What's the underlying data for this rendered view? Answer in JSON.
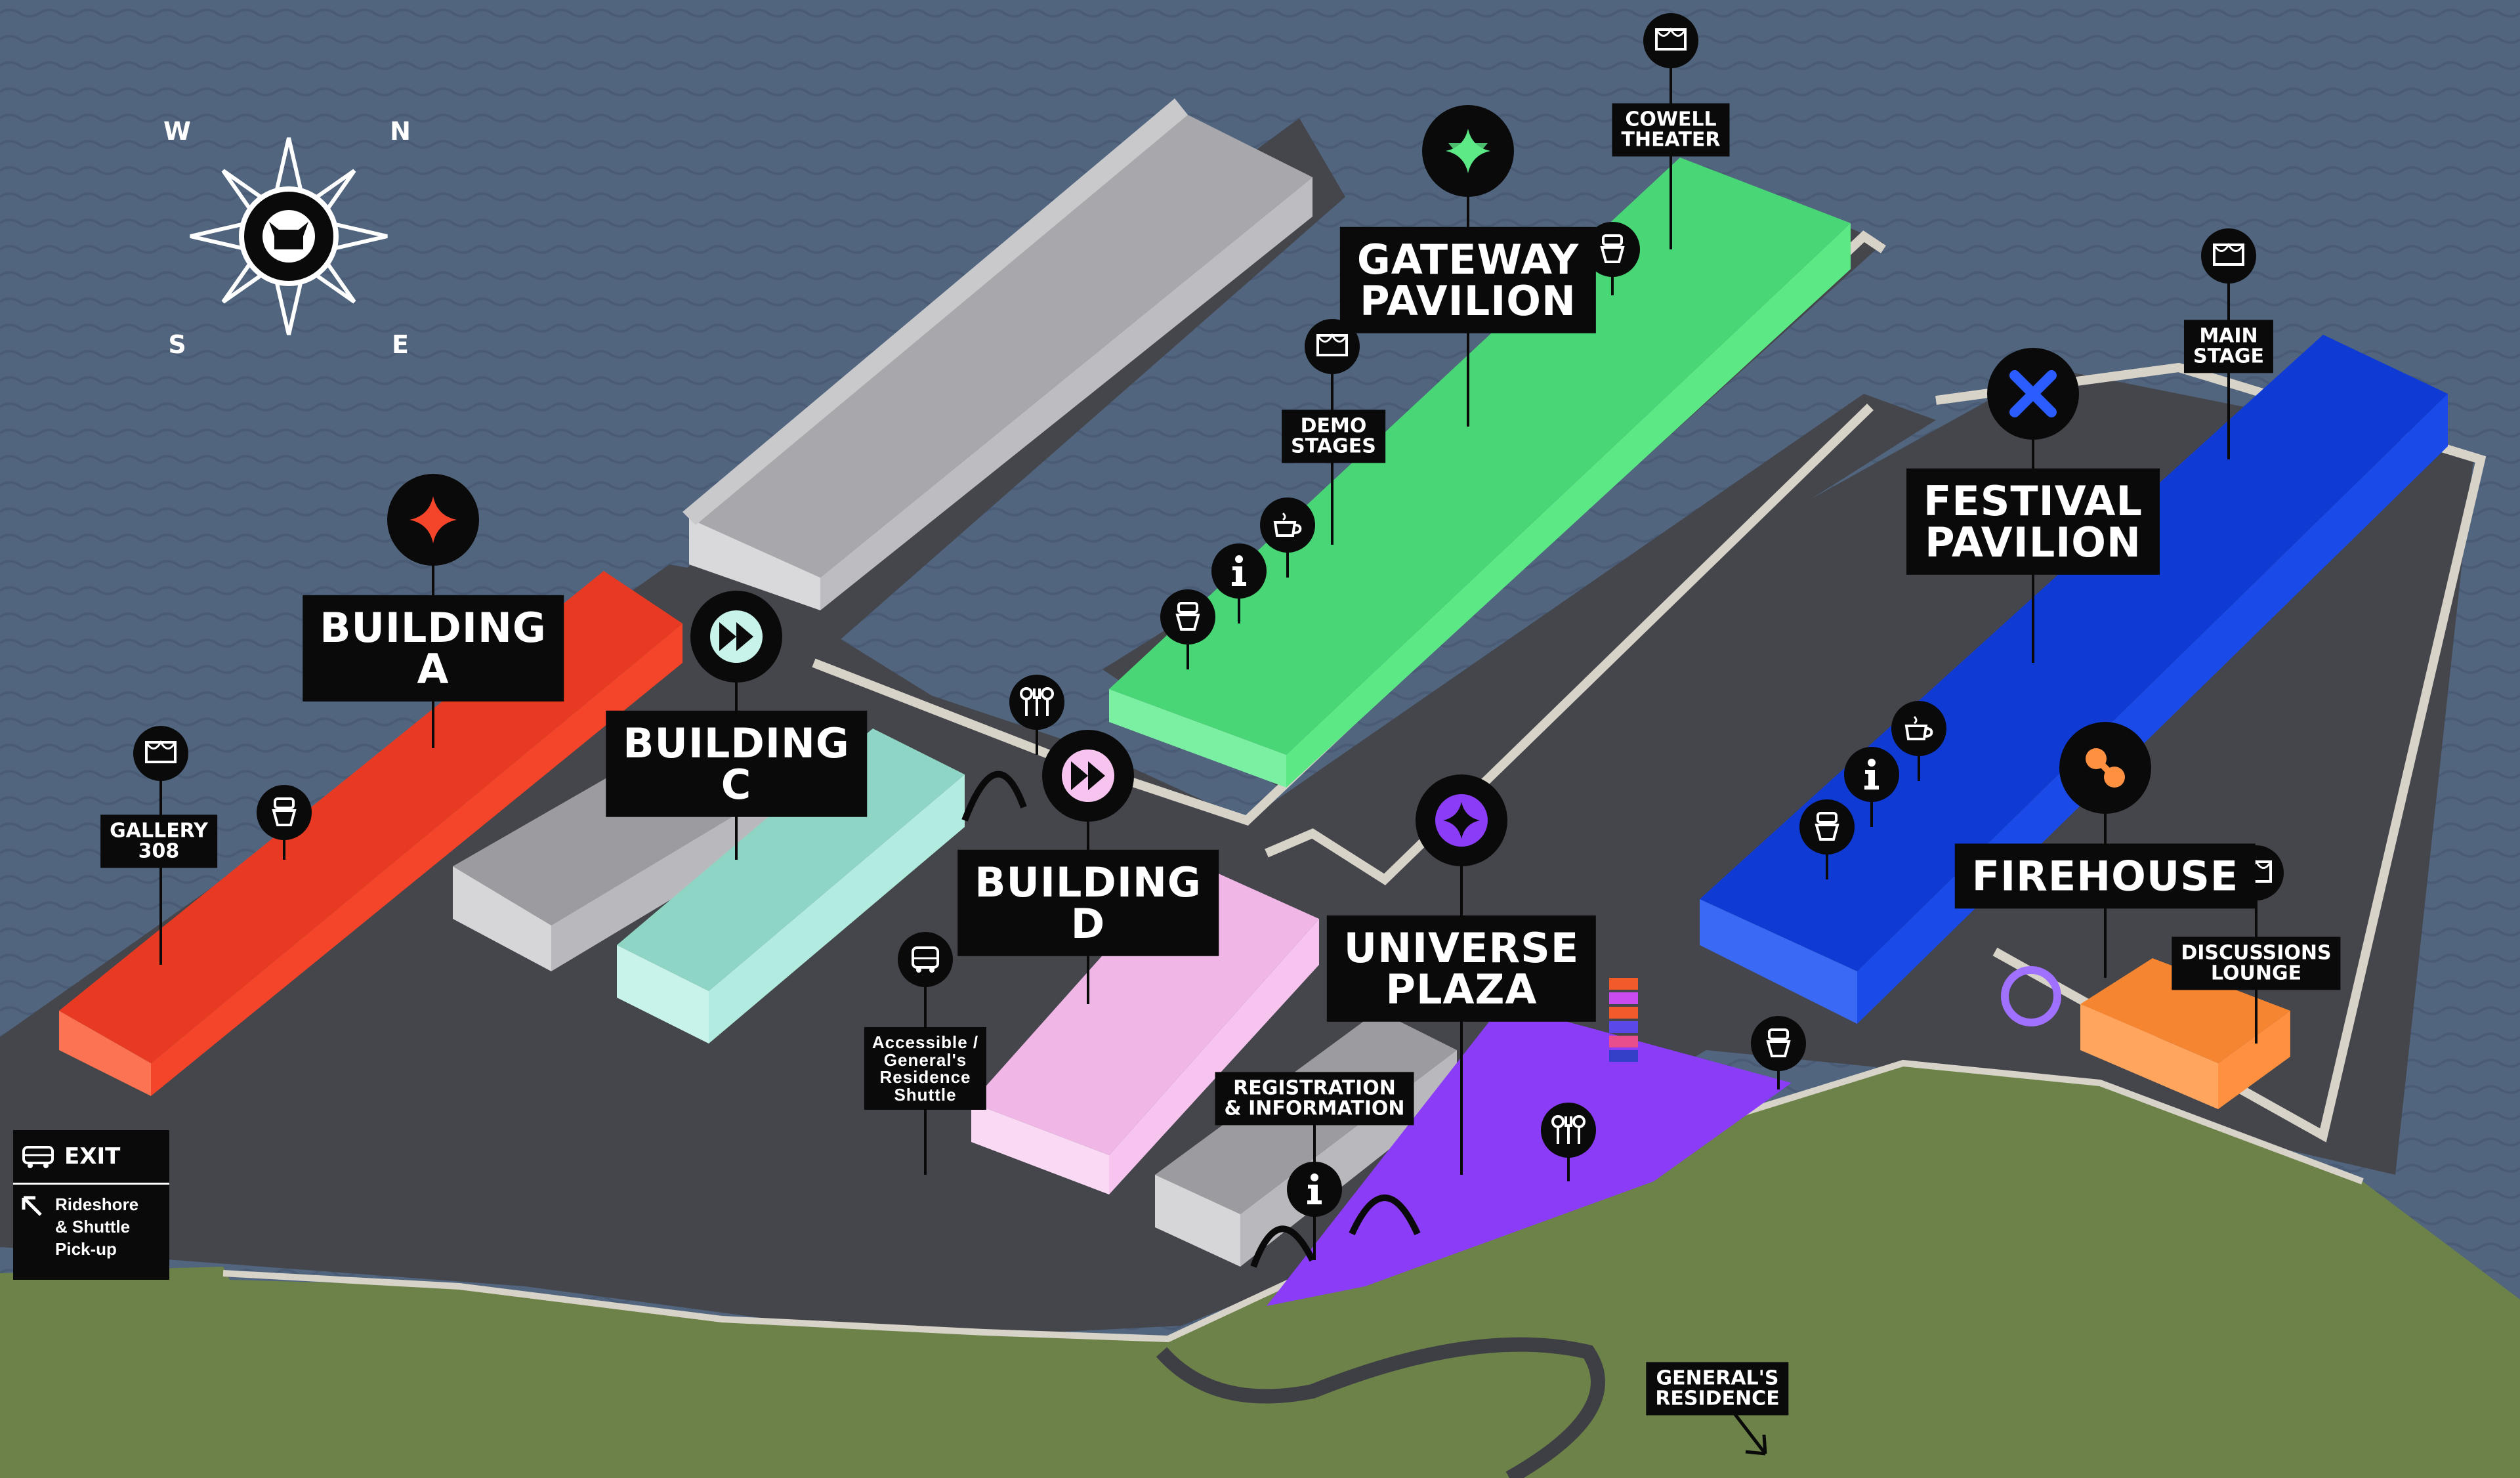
{
  "map": {
    "compass": {
      "n": "N",
      "s": "S",
      "e": "E",
      "w": "W"
    },
    "buildings": [
      {
        "id": "building-a",
        "label": "BUILDING\nA",
        "color": "#f4452a"
      },
      {
        "id": "building-c",
        "label": "BUILDING\nC",
        "color": "#b2ece0"
      },
      {
        "id": "building-d",
        "label": "BUILDING\nD",
        "color": "#f6c4ee"
      },
      {
        "id": "gateway-pavilion",
        "label": "GATEWAY\nPAVILION",
        "color": "#5de886"
      },
      {
        "id": "festival-pavilion",
        "label": "FESTIVAL\nPAVILION",
        "color": "#1a4be8"
      },
      {
        "id": "universe-plaza",
        "label": "UNIVERSE\nPLAZA",
        "color": "#8a3cf7"
      },
      {
        "id": "firehouse",
        "label": "FIREHOUSE",
        "color": "#ff9040"
      }
    ],
    "venues": {
      "gallery": "GALLERY\n308",
      "cowell": "COWELL\nTHEATER",
      "demo": "DEMO\nSTAGES",
      "main_stage": "MAIN\nSTAGE",
      "discussions": "DISCUSSIONS\nLOUNGE",
      "registration": "REGISTRATION\n& INFORMATION",
      "shuttle": "Accessible /\nGeneral's\nResidence\nShuttle",
      "generals": "GENERAL'S\nRESIDENCE"
    },
    "exit": {
      "label": "EXIT",
      "pickup": "Rideshore\n& Shuttle\nPick-up"
    },
    "colors": {
      "water": "#52657f",
      "ground": "#45464c",
      "grass": "#6c8249",
      "path": "#d8d3c8"
    }
  }
}
